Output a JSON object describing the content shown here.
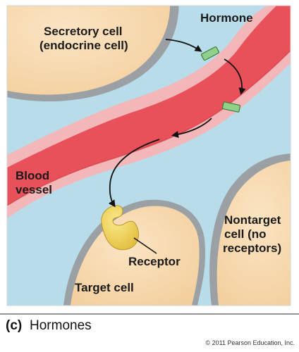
{
  "labels": {
    "secretory_cell_line1": "Secretory cell",
    "secretory_cell_line2": "(endocrine cell)",
    "hormone": "Hormone",
    "blood_vessel_line1": "Blood",
    "blood_vessel_line2": "vessel",
    "nontarget_line1": "Nontarget",
    "nontarget_line2": "cell (no",
    "nontarget_line3": "receptors)",
    "receptor": "Receptor",
    "target_cell": "Target cell"
  },
  "caption": {
    "letter": "(c)",
    "title": "Hormones"
  },
  "copyright": "© 2011 Pearson Education, Inc.",
  "colors": {
    "background_fluid": "#b9dcea",
    "cell_fill": "#f8d9ae",
    "cell_membrane": "#9aa0a3",
    "vessel_wall": "#f3b7b9",
    "blood": "#e8505a",
    "hormone": "#8fd18a",
    "receptor": "#f0d060",
    "arrow": "#111111",
    "caption_rule": "#555555"
  }
}
